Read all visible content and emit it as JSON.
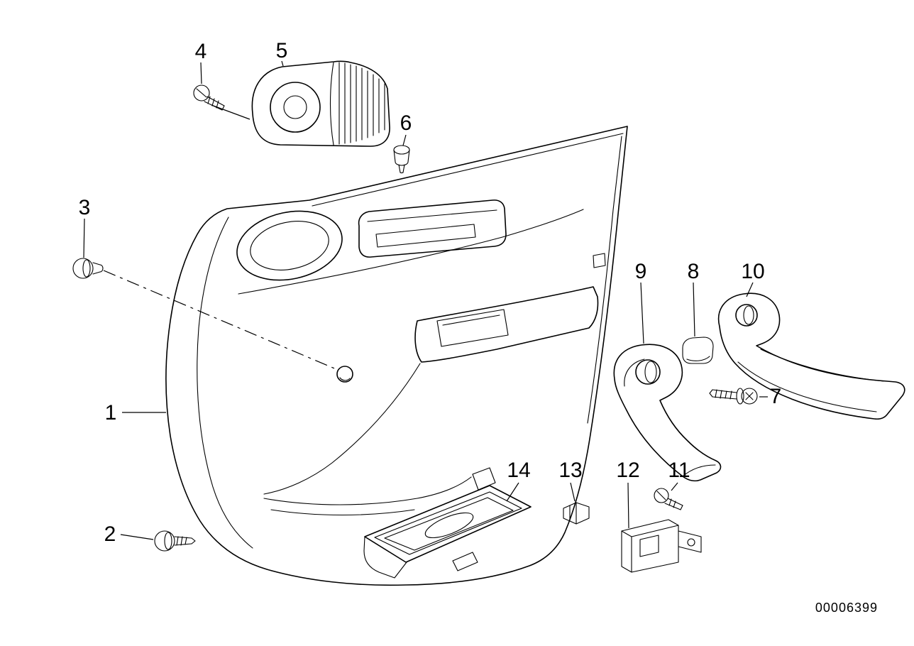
{
  "diagram": {
    "id": "00006399",
    "callouts": [
      {
        "label": "1"
      },
      {
        "label": "2"
      },
      {
        "label": "3"
      },
      {
        "label": "4"
      },
      {
        "label": "5"
      },
      {
        "label": "6"
      },
      {
        "label": "7"
      },
      {
        "label": "8"
      },
      {
        "label": "9"
      },
      {
        "label": "10"
      },
      {
        "label": "11"
      },
      {
        "label": "12"
      },
      {
        "label": "13"
      },
      {
        "label": "14"
      }
    ]
  }
}
